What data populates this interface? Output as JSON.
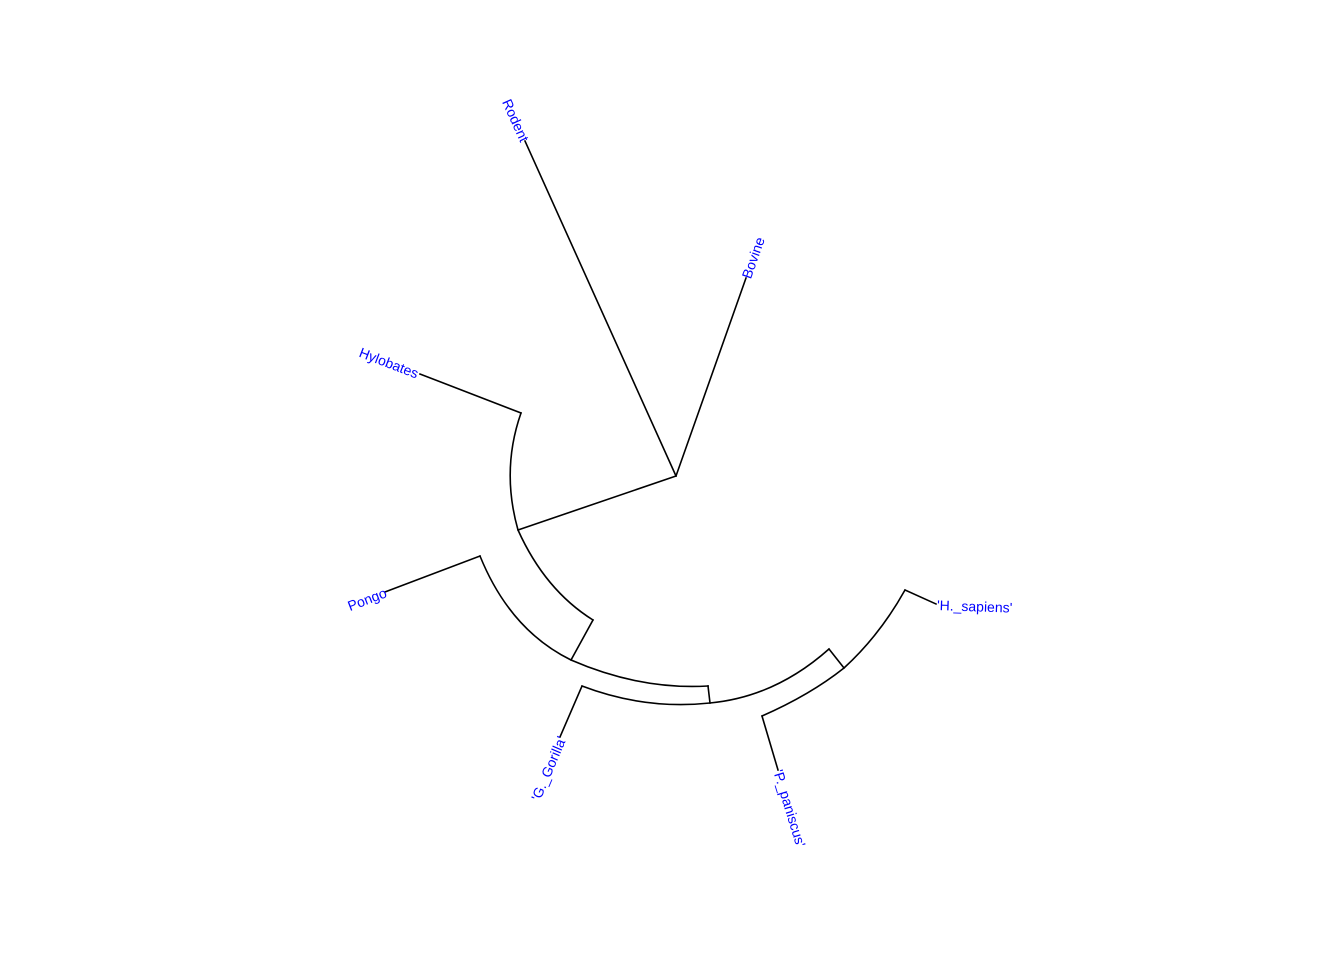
{
  "tree": {
    "type": "fan-phylogram",
    "label_color": "#0000FF",
    "branch_color": "#000000",
    "tips": [
      {
        "id": "rodent",
        "label": "Rodent"
      },
      {
        "id": "bovine",
        "label": "Bovine"
      },
      {
        "id": "hylobates",
        "label": "Hylobates"
      },
      {
        "id": "pongo",
        "label": "Pongo"
      },
      {
        "id": "gorilla",
        "label": "'G._Gorilla'"
      },
      {
        "id": "paniscus",
        "label": "'P._paniscus'"
      },
      {
        "id": "sapiens",
        "label": "'H._sapiens'"
      }
    ]
  }
}
